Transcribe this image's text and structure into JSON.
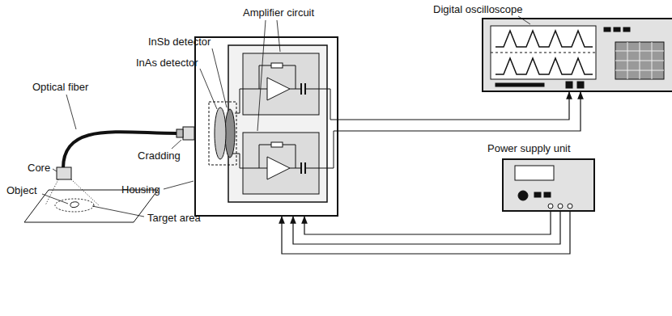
{
  "diagram": {
    "nodes": [
      {
        "text": [
          "Housing"
        ]
      },
      {
        "text": [
          "Digital oscilloscope"
        ]
      },
      {
        "text": [
          "Power supply unit"
        ]
      }
    ],
    "edges": [
      {
        "from": 0,
        "to": 1,
        "arrow": "to"
      },
      {
        "from": 0,
        "to": 1,
        "arrow": "to"
      },
      {
        "from": 2,
        "to": 0,
        "arrow": "to"
      },
      {
        "from": 2,
        "to": 0,
        "arrow": "to"
      },
      {
        "from": 2,
        "to": 0,
        "arrow": "to"
      }
    ],
    "labels": [
      "Amplifier circuit",
      "InSb detector",
      "InAs detector",
      "Optical fiber",
      "Cradding",
      "Core",
      "Object",
      "Target area"
    ]
  }
}
